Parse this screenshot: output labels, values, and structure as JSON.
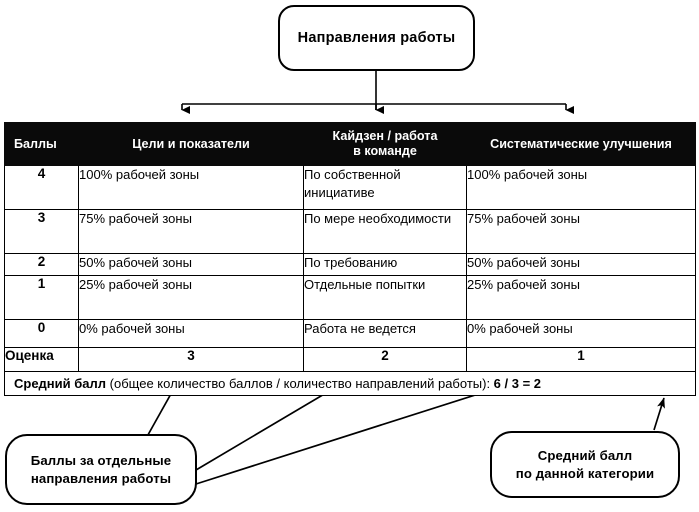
{
  "diagram": {
    "top_node": {
      "label": "Направления работы"
    },
    "table": {
      "headers": [
        "Баллы",
        "Цели и показатели",
        "Кайдзен / работа\nв команде",
        "Систематические улучшения"
      ],
      "headers_flat": {
        "score": "Баллы",
        "goals": "Цели и показатели",
        "kaizen_line1": "Кайдзен / работа",
        "kaizen_line2": "в команде",
        "systematic": "Систематические улучшения"
      },
      "rows": [
        {
          "score": "4",
          "goals": "100% рабочей зоны",
          "kaizen": "По собственной инициативе",
          "systematic": "100% рабочей зоны"
        },
        {
          "score": "3",
          "goals": "75% рабочей зоны",
          "kaizen": "По мере необходимости",
          "systematic": "75% рабочей зоны"
        },
        {
          "score": "2",
          "goals": "50% рабочей зоны",
          "kaizen": "По требованию",
          "systematic": "50% рабочей зоны"
        },
        {
          "score": "1",
          "goals": "25% рабочей зоны",
          "kaizen": "Отдельные попытки",
          "systematic": "25% рабочей зоны"
        },
        {
          "score": "0",
          "goals": "0% рабочей зоны",
          "kaizen": "Работа не ведется",
          "systematic": "0% рабочей зоны"
        }
      ],
      "rating_row": {
        "label": "Оценка",
        "goals": "3",
        "kaizen": "2",
        "systematic": "1"
      },
      "average_row": {
        "label": "Средний балл",
        "formula_text": " (общее количество баллов / количество направлений работы): ",
        "result": "6 / 3 = 2"
      }
    },
    "callouts": {
      "scores": {
        "line1": "Баллы за отдельные",
        "line2": "направления работы"
      },
      "average": {
        "line1": "Средний балл",
        "line2": "по данной категории"
      }
    },
    "colors": {
      "header_background": "#0a0a0a",
      "header_text": "#ffffff",
      "line": "#000000",
      "page_background": "#ffffff"
    }
  }
}
